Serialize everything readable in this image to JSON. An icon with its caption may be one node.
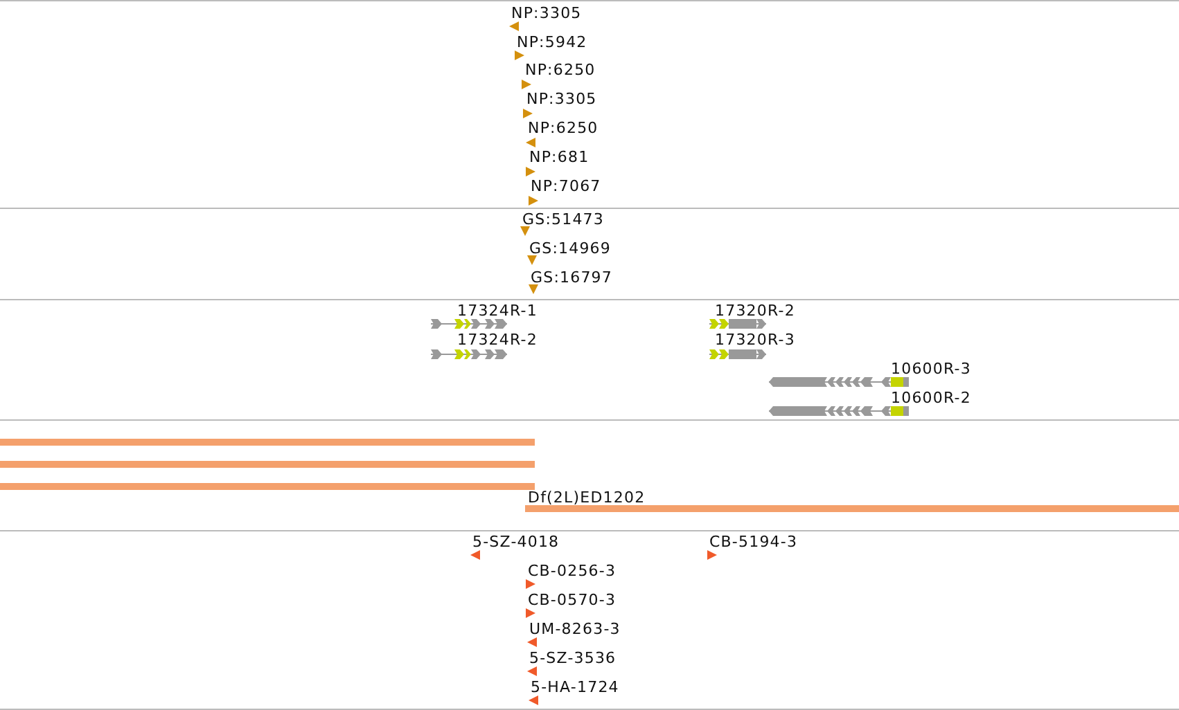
{
  "diagram": {
    "labels": [
      "NP:3305",
      "NP:5942",
      "NP:6250",
      "NP:3305",
      "NP:6250",
      "NP:681",
      "NP:7067",
      "GS:51473",
      "GS:14969",
      "GS:16797",
      "17324R-1",
      "17324R-2",
      "17320R-2",
      "17320R-3",
      "10600R-3",
      "10600R-2",
      "Df(2L)ED1202",
      "5-SZ-4018",
      "CB-5194-3",
      "CB-0256-3",
      "CB-0570-3",
      "UM-8263-3",
      "5-SZ-3536",
      "5-HA-1724"
    ]
  }
}
